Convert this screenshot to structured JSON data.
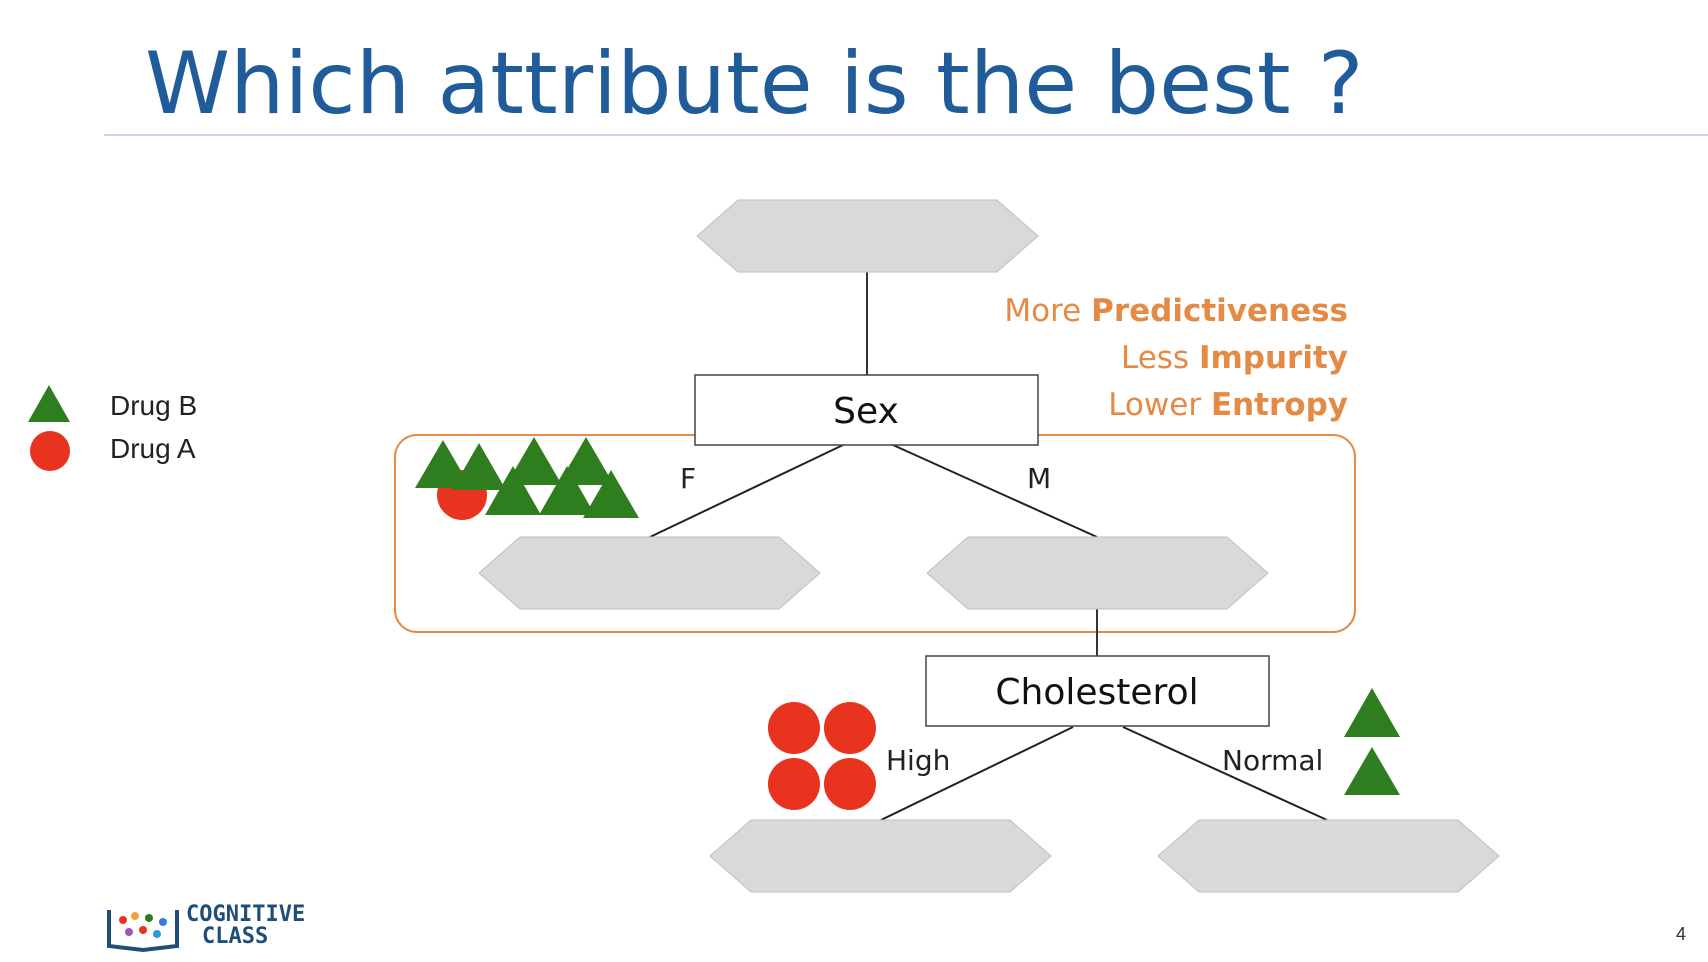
{
  "slide": {
    "title": "Which attribute is the best ?",
    "page_number": "4"
  },
  "legend": {
    "items": [
      {
        "label": "Drug B",
        "shape": "triangle",
        "color": "#2e7d1e"
      },
      {
        "label": "Drug A",
        "shape": "circle",
        "color": "#e8331e"
      }
    ]
  },
  "criteria": {
    "lines": [
      {
        "prefix": "More",
        "emphasis": "Predictiveness"
      },
      {
        "prefix": "Less",
        "emphasis": "Impurity"
      },
      {
        "prefix": "Lower",
        "emphasis": "Entropy"
      }
    ],
    "color": "#e48a45"
  },
  "tree": {
    "nodes": [
      {
        "id": "sex",
        "label": "Sex"
      },
      {
        "id": "cholesterol",
        "label": "Cholesterol"
      }
    ],
    "branches": [
      {
        "label": "F"
      },
      {
        "label": "M"
      },
      {
        "label": "High"
      },
      {
        "label": "Normal"
      }
    ]
  },
  "groups": {
    "sex_f_split": {
      "drug_b": 7,
      "drug_a": 1
    },
    "cholesterol_high": {
      "drug_a": 4
    },
    "cholesterol_normal": {
      "drug_b": 2
    }
  },
  "colors": {
    "node_fill": "#d9d9d9",
    "highlight_border": "#e48a45",
    "drug_b": "#2e7d1e",
    "drug_a": "#e8331e"
  },
  "logo": {
    "line1": "COGNITIVE",
    "line2": "CLASS"
  }
}
